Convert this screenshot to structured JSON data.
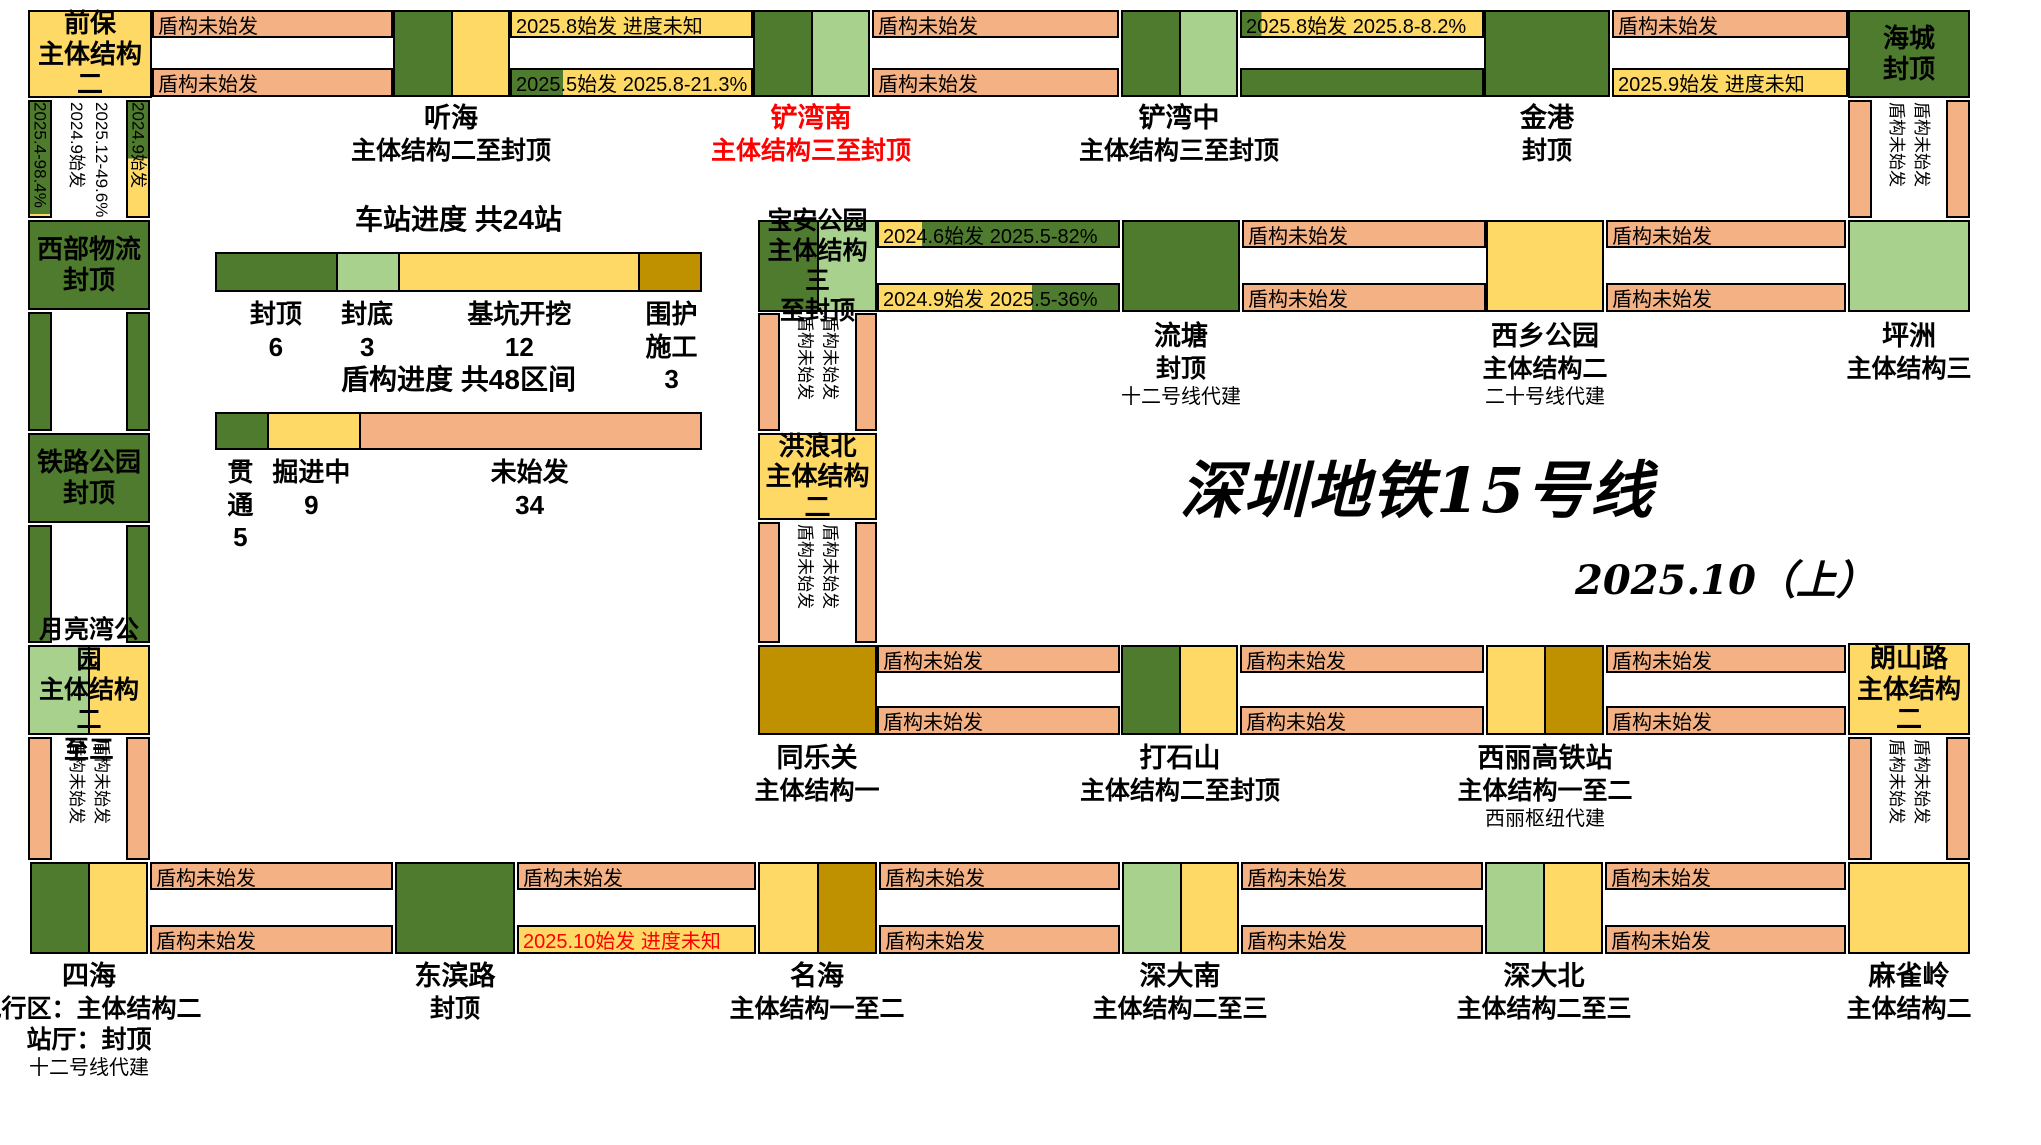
{
  "title": {
    "main": "深圳地铁15号线",
    "edition": "2025.10（上）"
  },
  "colors": {
    "capped": "#4E7B2E",
    "sealed": "#A9D18E",
    "excav": "#FFD966",
    "retain": "#BF9000",
    "notstarted": "#F4B183",
    "red": "#FF0000",
    "stroke": "#000000",
    "bg": "#FFFFFF"
  },
  "strings": {
    "shield_not_started": "盾构未始发"
  },
  "legend": {
    "station": {
      "title": "车站进度 共24站",
      "total": 24,
      "segments": [
        {
          "label": "封顶",
          "count": "6"
        },
        {
          "label": "封底",
          "count": "3"
        },
        {
          "label": "基坑开挖",
          "count": "12"
        },
        {
          "label": "围护施工",
          "count": "3"
        }
      ]
    },
    "shield": {
      "title": "盾构进度 共48区间",
      "total": 48,
      "segments": [
        {
          "label": "贯通",
          "count": "5"
        },
        {
          "label": "掘进中",
          "count": "9"
        },
        {
          "label": "未始发",
          "count": "34"
        }
      ]
    }
  },
  "stations": {
    "qianbao": {
      "name": "前保",
      "status": "主体结构二"
    },
    "tinghai": {
      "name": "听海",
      "status": "主体结构二至封顶"
    },
    "chanwannan": {
      "name": "铲湾南",
      "status": "主体结构三至封顶"
    },
    "chanwanzhong": {
      "name": "铲湾中",
      "status": "主体结构三至封顶"
    },
    "jingang": {
      "name": "金港",
      "status": "封顶"
    },
    "haicheng": {
      "name": "海城",
      "status": "封顶"
    },
    "pingzhou": {
      "name": "坪洲",
      "status": "主体结构三"
    },
    "xixiang": {
      "name": "西乡公园",
      "status": "主体结构二",
      "note": "二十号线代建"
    },
    "liutang": {
      "name": "流塘",
      "status": "封顶",
      "note": "十二号线代建"
    },
    "baoan": {
      "name": "宝安公园",
      "status": "主体结构三",
      "status2": "至封顶"
    },
    "honglangbei": {
      "name": "洪浪北",
      "status": "主体结构二"
    },
    "tongleguan": {
      "name": "同乐关",
      "status": "主体结构一"
    },
    "dashishan": {
      "name": "打石山",
      "status": "主体结构二至封顶"
    },
    "xili": {
      "name": "西丽高铁站",
      "status": "主体结构一至二",
      "note": "西丽枢纽代建"
    },
    "langshanlu": {
      "name": "朗山路",
      "status": "主体结构二"
    },
    "maqueling": {
      "name": "麻雀岭",
      "status": "主体结构二"
    },
    "shendabei": {
      "name": "深大北",
      "status": "主体结构二至三"
    },
    "shendanan": {
      "name": "深大南",
      "status": "主体结构二至三"
    },
    "minghai": {
      "name": "名海",
      "status": "主体结构一至二"
    },
    "dongbinlu": {
      "name": "东滨路",
      "status": "封顶"
    },
    "sihai": {
      "name": "四海",
      "track": "轨行区：主体结构二",
      "hall": "站厅：封顶",
      "note": "十二号线代建"
    },
    "yueliangwan": {
      "name": "月亮湾公园",
      "status": "主体结构二",
      "status2": "至三"
    },
    "tielugongyuan": {
      "name": "铁路公园",
      "status": "封顶"
    },
    "xibuwuliu": {
      "name": "西部物流",
      "status": "封顶"
    }
  },
  "tunnels": {
    "tinghai_chanwannan_up": "2025.8始发 进度未知",
    "tinghai_chanwannan_down": "2025.5始发 2025.8-21.3%",
    "chanwanzhong_jingang_up": "2025.8始发 2025.8-8.2%",
    "jingang_haicheng_down": "2025.9始发 进度未知",
    "baoan_liutang_up": "2024.6始发 2025.5-82%",
    "baoan_liutang_down": "2024.9始发 2025.5-36%",
    "dongbinlu_minghai_down": "2025.10始发 进度未知",
    "qianbao_xibuwuliu_left_start": "2024.9始发",
    "qianbao_xibuwuliu_left_progress": "2025.4-98.4%",
    "qianbao_xibuwuliu_right_start": "2024.9始发",
    "qianbao_xibuwuliu_right_progress": "2025.12-49.6%"
  }
}
